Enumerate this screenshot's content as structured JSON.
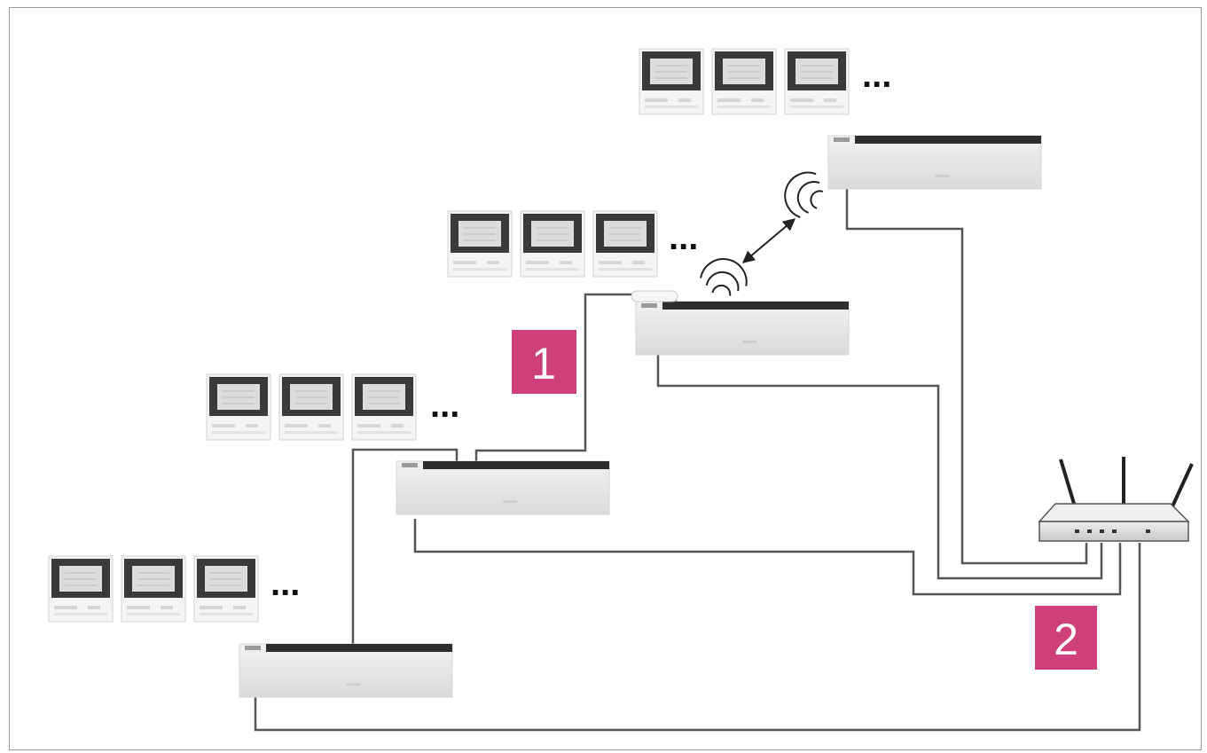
{
  "diagram": {
    "callouts": [
      {
        "id": "1",
        "label": "1"
      },
      {
        "id": "2",
        "label": "2"
      }
    ],
    "continuation_mark": "...",
    "colors": {
      "callout_background": "#cf3f7a",
      "callout_text": "#ffffff",
      "cable": "#555555",
      "controller_body": "#e6e6e6",
      "controller_strip": "#2e2e2e",
      "thermostat_screen": "#3a3a3a",
      "router_body": "#d8d8d8"
    },
    "groups": [
      {
        "name": "group-1",
        "thermostats": 3,
        "link": "wired"
      },
      {
        "name": "group-2",
        "thermostats": 3,
        "link": "wired"
      },
      {
        "name": "group-3",
        "thermostats": 3,
        "link": "wireless"
      },
      {
        "name": "group-4",
        "thermostats": 3,
        "link": "wireless"
      }
    ],
    "icons": [
      "thermostat-icon",
      "controller-icon",
      "router-icon",
      "wireless-signal-icon",
      "bidirectional-arrow-icon"
    ]
  }
}
